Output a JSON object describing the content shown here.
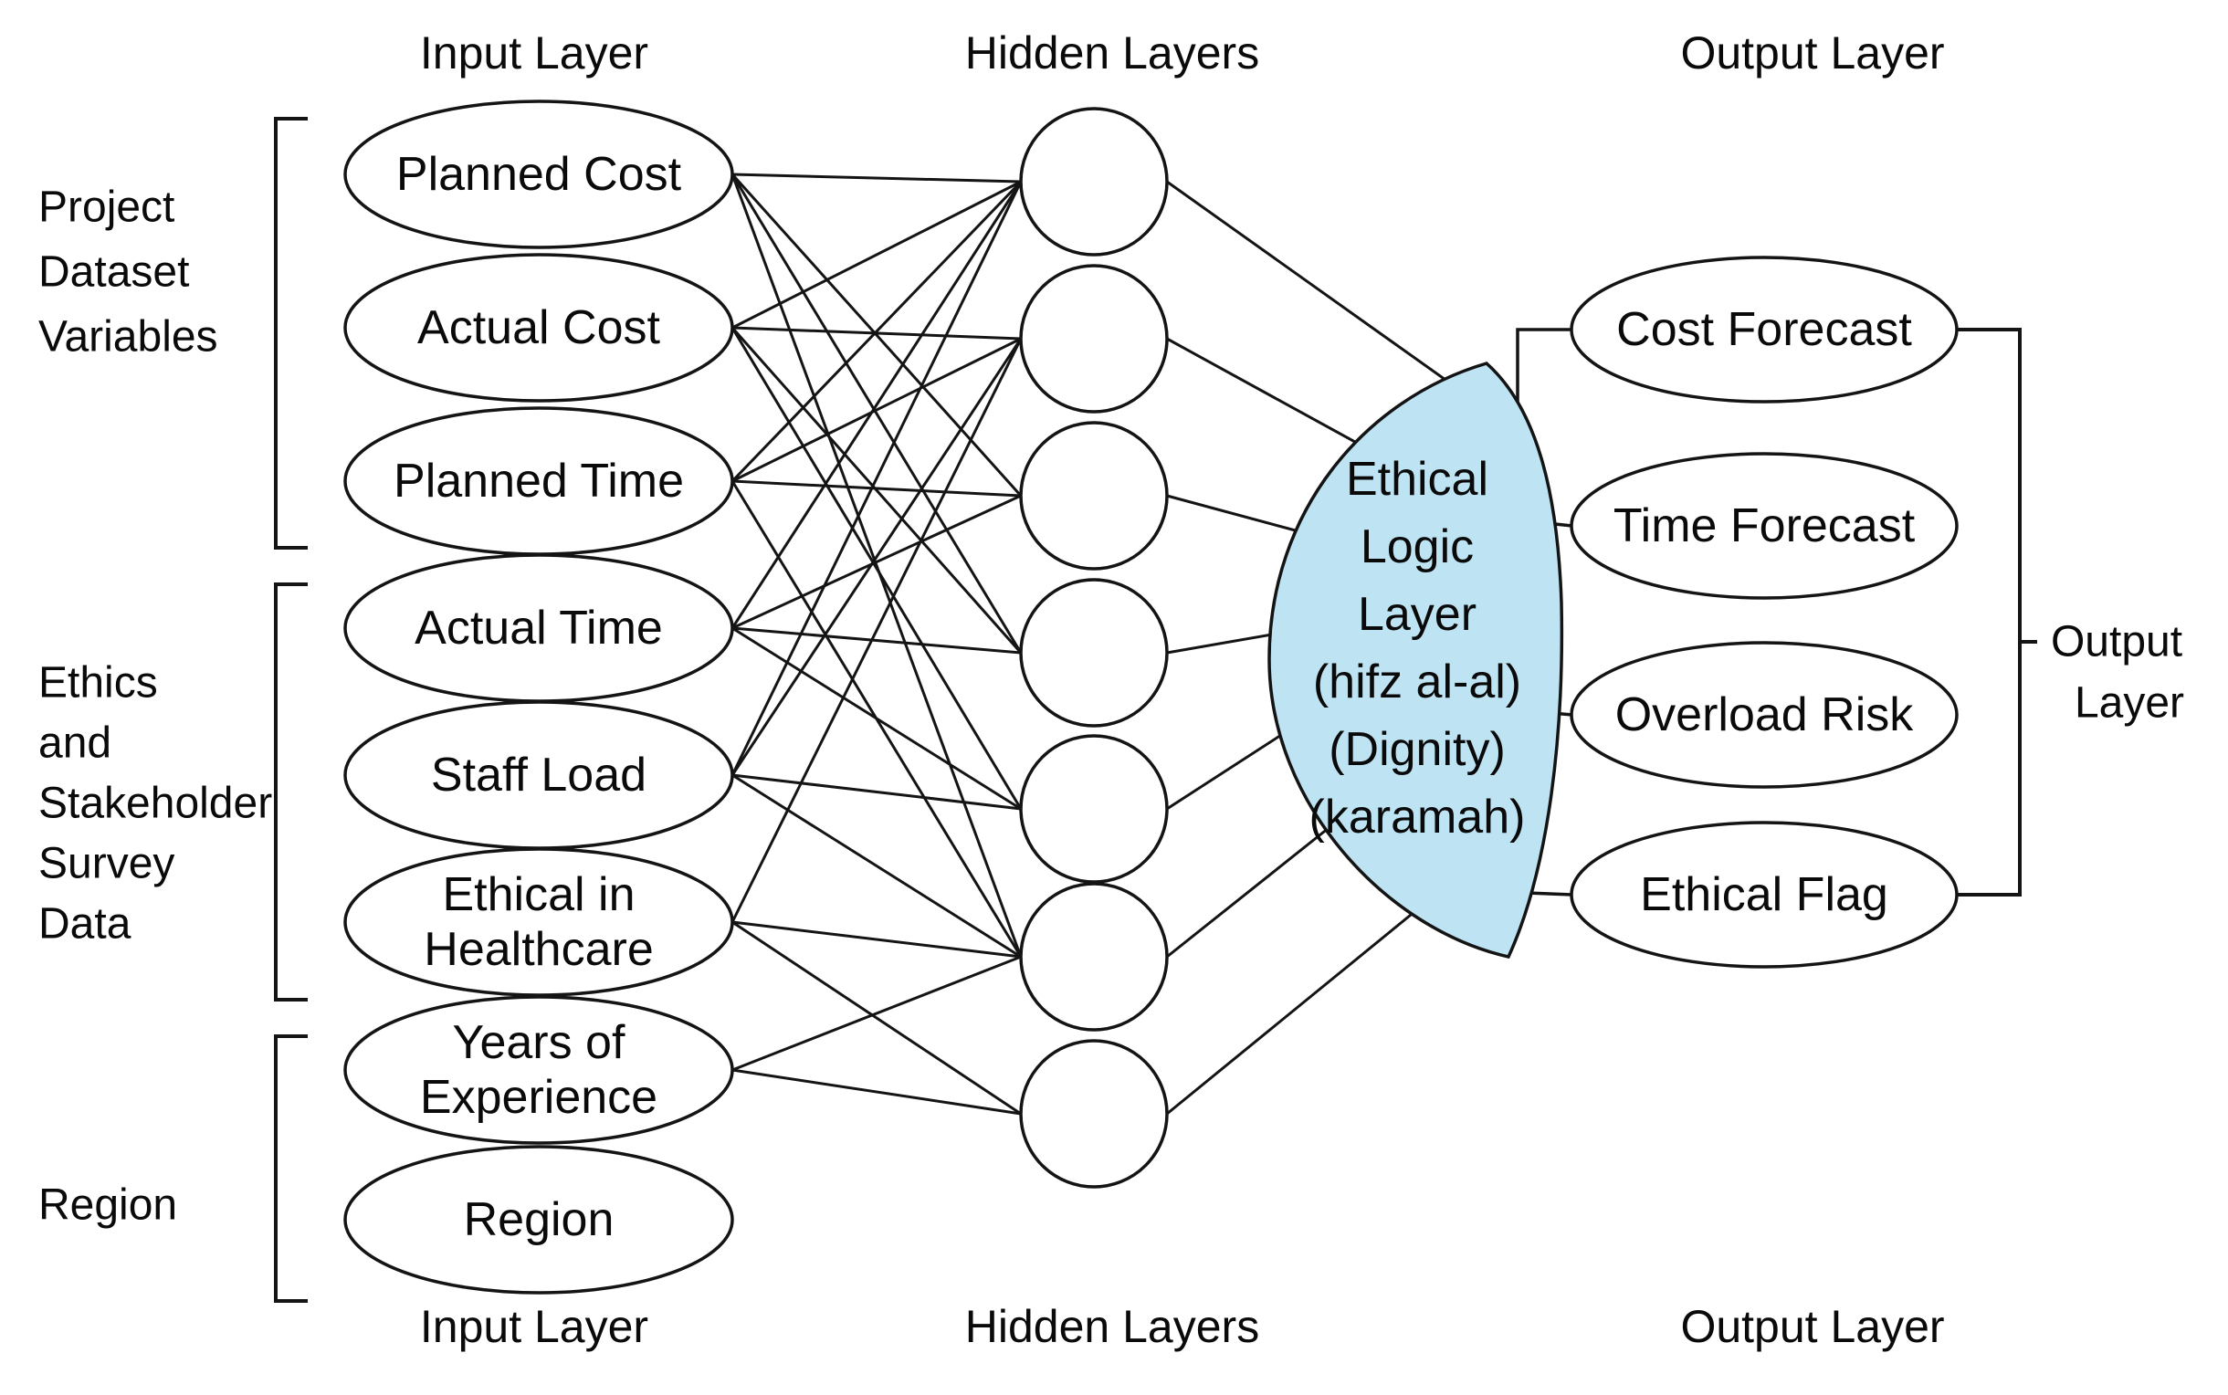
{
  "titles_top": {
    "input": "Input Layer",
    "hidden": "Hidden Layers",
    "output": "Output Layer"
  },
  "titles_bottom": {
    "input": "Input Layer",
    "hidden": "Hidden Layers",
    "output": "Output Layer"
  },
  "group_brackets": [
    {
      "label_lines": [
        "Project",
        "Dataset",
        "Variables"
      ]
    },
    {
      "label_lines": [
        "Ethics",
        "and",
        "Stakeholder",
        "Survey",
        "Data"
      ]
    },
    {
      "label_lines": [
        "Region"
      ]
    }
  ],
  "input_nodes": [
    {
      "label_lines": [
        "Planned Cost"
      ]
    },
    {
      "label_lines": [
        "Actual Cost"
      ]
    },
    {
      "label_lines": [
        "Planned Time"
      ]
    },
    {
      "label_lines": [
        "Actual Time"
      ]
    },
    {
      "label_lines": [
        "Staff Load"
      ]
    },
    {
      "label_lines": [
        "Ethical in",
        "Healthcare"
      ]
    },
    {
      "label_lines": [
        "Years of",
        "Experience"
      ]
    },
    {
      "label_lines": [
        "Region"
      ]
    }
  ],
  "hidden_nodes_count": 7,
  "ethical_logic_layer": {
    "label_lines": [
      "Ethical",
      "Logic",
      "Layer",
      "(hifz al-al)",
      "(Dignity)",
      "(karamah)"
    ],
    "fill_color": "#bee4f4"
  },
  "output_nodes": [
    {
      "label_lines": [
        "Cost Forecast"
      ]
    },
    {
      "label_lines": [
        "Time Forecast"
      ]
    },
    {
      "label_lines": [
        "Overload Risk"
      ]
    },
    {
      "label_lines": [
        "Ethical Flag"
      ]
    }
  ],
  "output_bracket_label_lines": [
    "Output",
    "Layer"
  ],
  "edges_input_to_hidden": [
    [
      0,
      0
    ],
    [
      0,
      2
    ],
    [
      0,
      3
    ],
    [
      0,
      5
    ],
    [
      1,
      0
    ],
    [
      1,
      1
    ],
    [
      1,
      3
    ],
    [
      1,
      4
    ],
    [
      2,
      0
    ],
    [
      2,
      1
    ],
    [
      2,
      2
    ],
    [
      2,
      5
    ],
    [
      3,
      0
    ],
    [
      3,
      2
    ],
    [
      3,
      3
    ],
    [
      3,
      4
    ],
    [
      4,
      0
    ],
    [
      4,
      1
    ],
    [
      4,
      4
    ],
    [
      4,
      5
    ],
    [
      5,
      1
    ],
    [
      5,
      5
    ],
    [
      5,
      6
    ],
    [
      6,
      5
    ],
    [
      6,
      6
    ]
  ],
  "edges_hidden_to_ethical": [
    0,
    1,
    2,
    3,
    4,
    5,
    6
  ],
  "edges_ethical_to_output": [
    0,
    1,
    2,
    3
  ],
  "colors": {
    "lens_fill": "#bee4f4",
    "line": "#141414",
    "background": "#ffffff",
    "text": "#0a0a0a"
  }
}
